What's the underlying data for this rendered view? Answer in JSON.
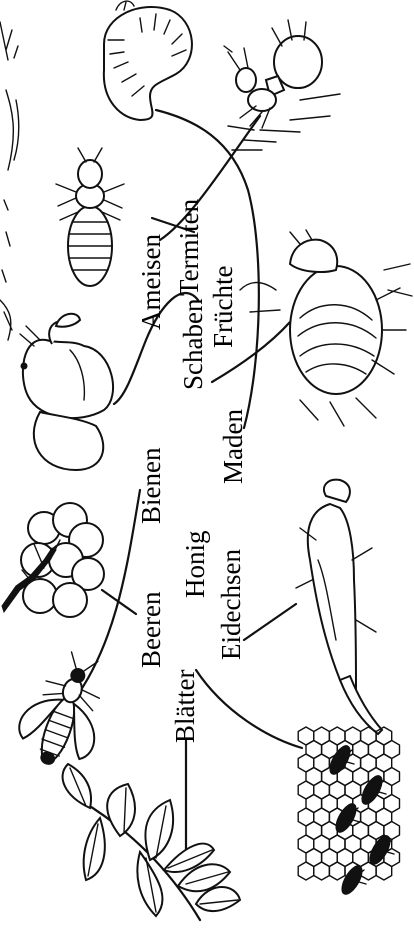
{
  "words": {
    "blaetter": "Blätter",
    "beeren": "Beeren",
    "bienen": "Bienen",
    "honig": "Honig",
    "eidechsen": "Eidechsen",
    "schaben": "Schaben",
    "maden": "Maden",
    "ameisen": "Ameisen",
    "fruechte": "Früchte",
    "termiten": "Termiten"
  },
  "pictures": [
    "wasp-icon",
    "berries-icon",
    "fruit-icon",
    "termite-icon",
    "beetle-larva-icon",
    "ant-icon",
    "cockroach-icon",
    "lizard-icon",
    "honeycomb-bees-icon",
    "leaves-icon"
  ]
}
